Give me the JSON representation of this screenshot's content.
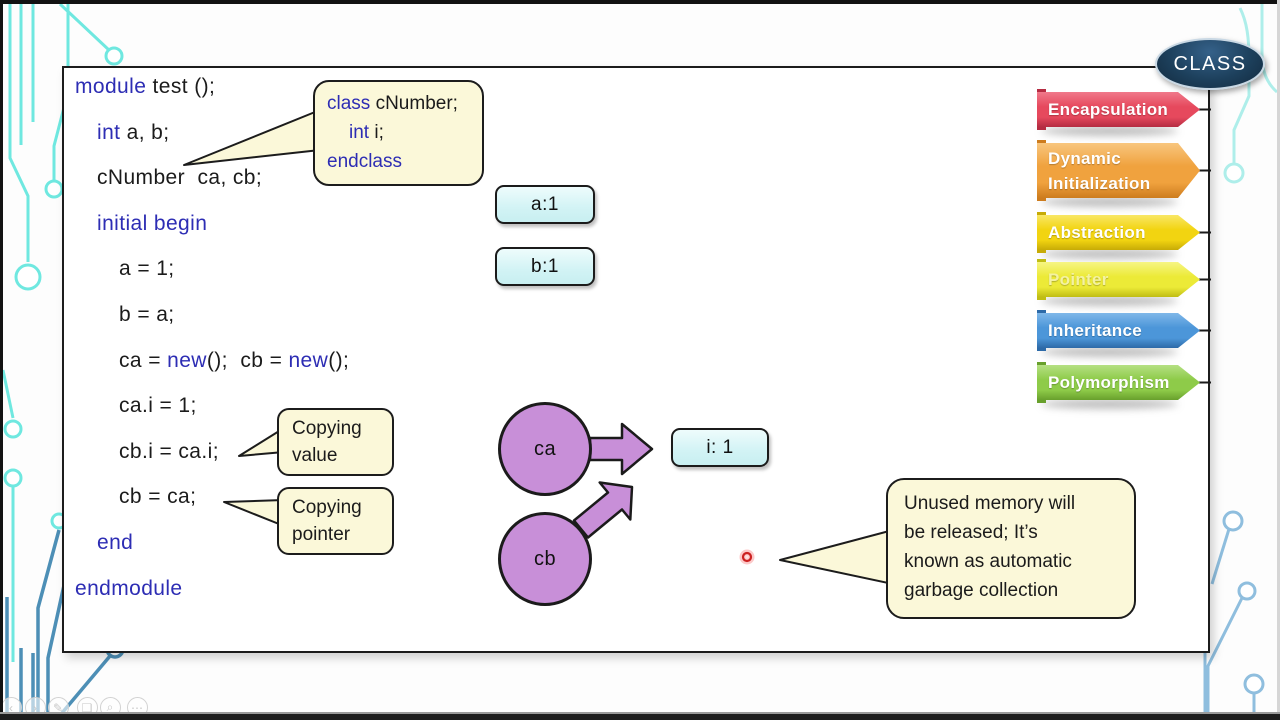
{
  "slide": {
    "code": {
      "lines": [
        {
          "ind": 0,
          "segs": [
            {
              "t": "module ",
              "k": true
            },
            {
              "t": "test ();"
            }
          ]
        },
        {
          "ind": 1,
          "segs": [
            {
              "t": "int ",
              "k": true
            },
            {
              "t": "a, b;"
            }
          ]
        },
        {
          "ind": 1,
          "segs": [
            {
              "t": "cNumber  ca, cb;"
            }
          ]
        },
        {
          "ind": 1,
          "segs": [
            {
              "t": "initial begin",
              "k": true
            }
          ]
        },
        {
          "ind": 2,
          "segs": [
            {
              "t": "a = 1;"
            }
          ]
        },
        {
          "ind": 2,
          "segs": [
            {
              "t": "b = a;"
            }
          ]
        },
        {
          "ind": 2,
          "segs": [
            {
              "t": "ca = "
            },
            {
              "t": "new",
              "k": true
            },
            {
              "t": "();  cb = "
            },
            {
              "t": "new",
              "k": true
            },
            {
              "t": "();"
            }
          ]
        },
        {
          "ind": 2,
          "segs": [
            {
              "t": "ca.i = 1;"
            }
          ]
        },
        {
          "ind": 2,
          "segs": [
            {
              "t": "cb.i = ca.i;"
            }
          ]
        },
        {
          "ind": 2,
          "segs": [
            {
              "t": "cb = ca;"
            }
          ]
        },
        {
          "ind": 1,
          "segs": [
            {
              "t": "end",
              "k": true
            }
          ]
        },
        {
          "ind": 0,
          "segs": [
            {
              "t": "endmodule",
              "k": true
            }
          ]
        }
      ]
    },
    "class_bubble": {
      "lines": [
        {
          "ind": 0,
          "segs": [
            {
              "t": "class ",
              "k": true
            },
            {
              "t": "cNumber;"
            }
          ]
        },
        {
          "ind": 1,
          "segs": [
            {
              "t": "int ",
              "k": true
            },
            {
              "t": "i;"
            }
          ]
        },
        {
          "ind": 0,
          "segs": [
            {
              "t": "endclass",
              "k": true
            }
          ]
        }
      ]
    },
    "memory": {
      "var_boxes": [
        {
          "label": "a:1"
        },
        {
          "label": "b:1"
        }
      ],
      "object_box": {
        "label": "i: 1"
      },
      "handles": [
        {
          "label": "ca"
        },
        {
          "label": "cb"
        }
      ]
    },
    "callouts": {
      "copy_value": {
        "lines": [
          "Copying",
          "value"
        ]
      },
      "copy_pointer": {
        "lines": [
          "Copying",
          "pointer"
        ]
      },
      "garbage": {
        "lines": [
          "Unused memory will",
          "be released; It’s",
          "known as automatic",
          "garbage collection"
        ]
      }
    },
    "class_map": {
      "title": "CLASS",
      "features": [
        {
          "label": "Encapsulation",
          "lines": [
            "Encapsulation"
          ],
          "base": "#e6495d",
          "light": "#f0798b",
          "dark": "#b52c42",
          "text": "#ffffff"
        },
        {
          "label": "Dynamic Initialization",
          "lines": [
            "Dynamic",
            "Initialization"
          ],
          "base": "#f0a23e",
          "light": "#f8c67e",
          "dark": "#cd7c1e",
          "text": "#ffffff"
        },
        {
          "label": "Abstraction",
          "lines": [
            "Abstraction"
          ],
          "base": "#f2d411",
          "light": "#f9e765",
          "dark": "#c7ab06",
          "text": "#ffffff"
        },
        {
          "label": "Pointer",
          "lines": [
            "Pointer"
          ],
          "base": "#ecea37",
          "light": "#f6f584",
          "dark": "#c0bd14",
          "text": "#f4f2a2"
        },
        {
          "label": "Inheritance",
          "lines": [
            "Inheritance"
          ],
          "base": "#4c96d9",
          "light": "#7fb7e9",
          "dark": "#2d6aa8",
          "text": "#ffffff"
        },
        {
          "label": "Polymorphism",
          "lines": [
            "Polymorphism"
          ],
          "base": "#8ecb49",
          "light": "#b5e083",
          "dark": "#68a02c",
          "text": "#ffffff"
        }
      ]
    },
    "colors": {
      "keyword_blue": "#2d2db4",
      "code_text": "#1b1b1b",
      "bubble_fill": "#fbf8d9",
      "memory_box_fill": "#d2f3f5",
      "handle_fill": "#c88fd8",
      "class_ellipse": "#1d405c",
      "laser_red": "#cc2222"
    }
  },
  "playback_controls": [
    {
      "name": "previous-slide",
      "glyph": "‹"
    },
    {
      "name": "next-slide",
      "glyph": "›"
    },
    {
      "name": "pen",
      "glyph": "✎"
    },
    {
      "name": "see-all-slides",
      "glyph": "❏"
    },
    {
      "name": "zoom",
      "glyph": "⌕"
    },
    {
      "name": "more-options",
      "glyph": "⋯"
    }
  ]
}
